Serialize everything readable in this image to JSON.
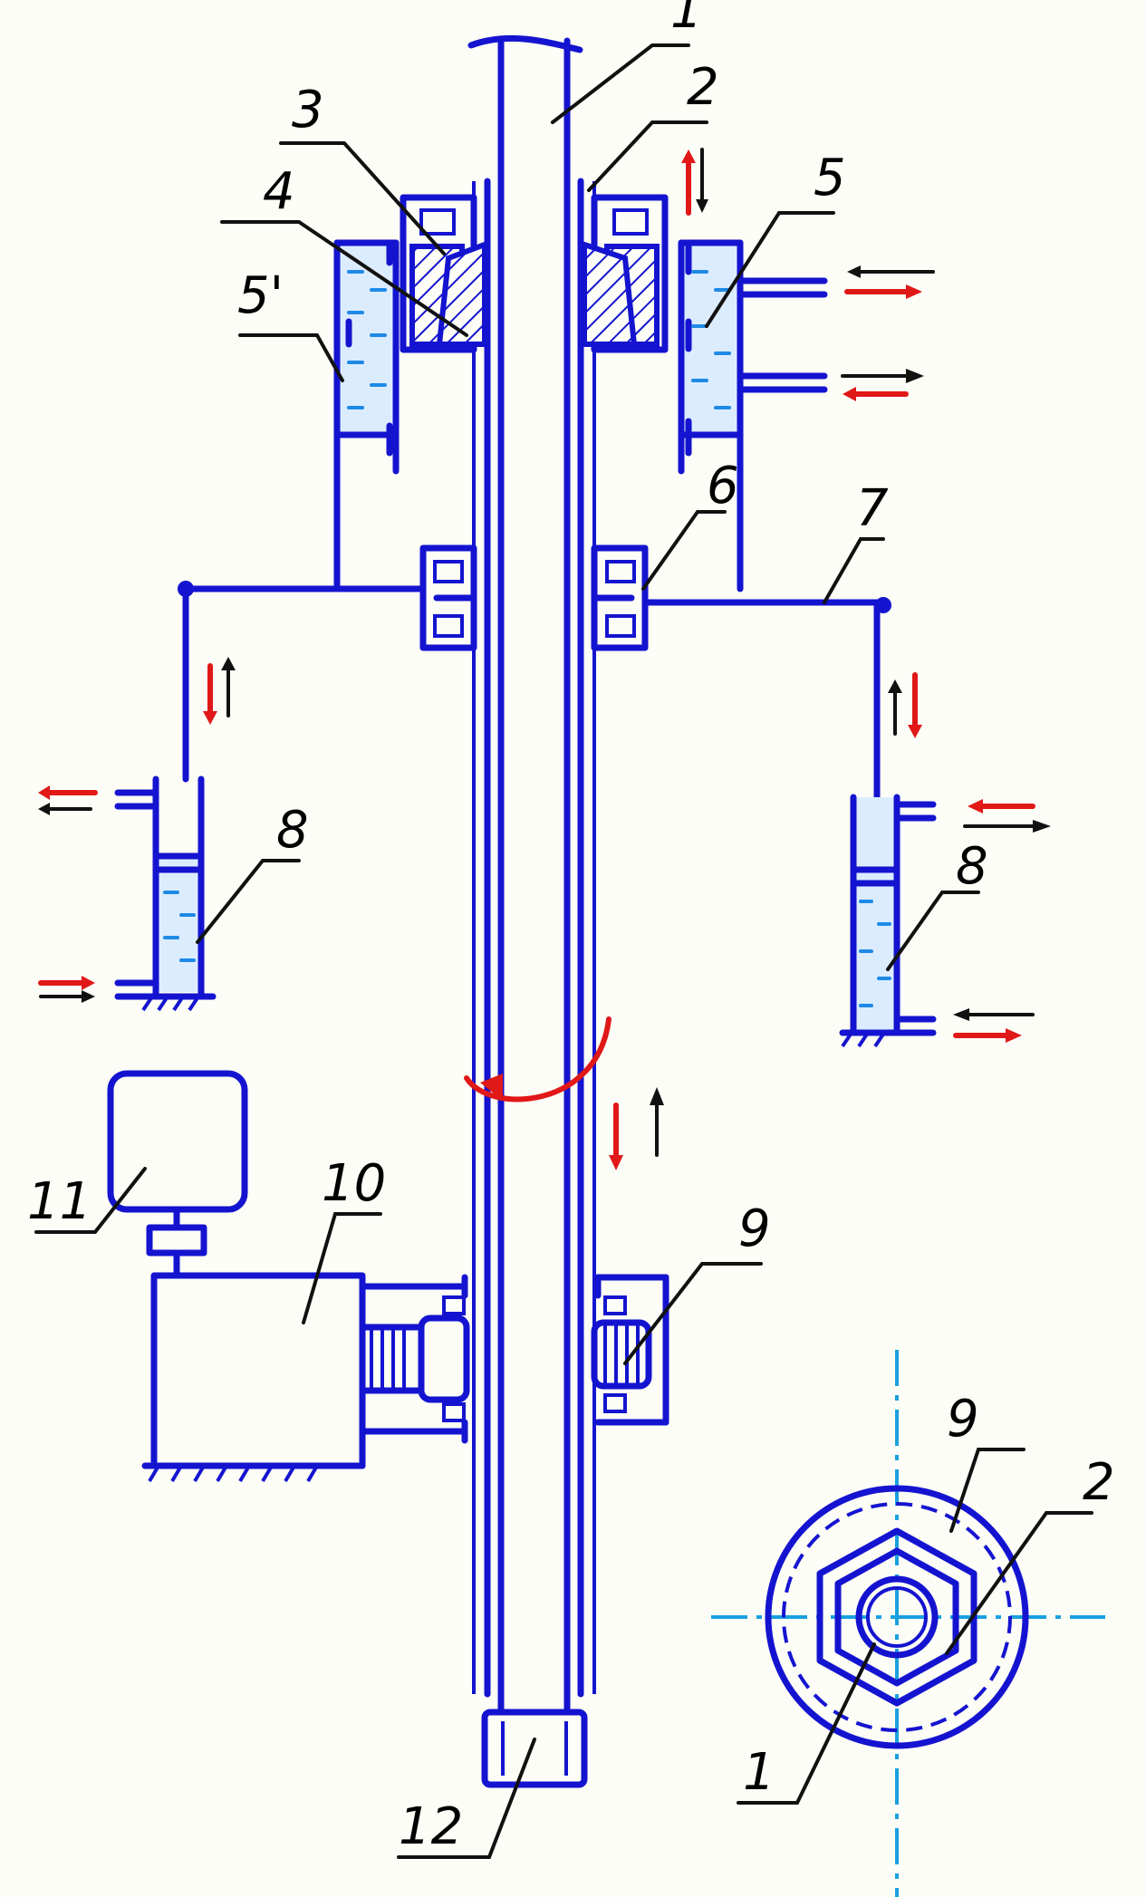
{
  "diagram": {
    "labels": [
      {
        "id": "1",
        "text": "1"
      },
      {
        "id": "2",
        "text": "2"
      },
      {
        "id": "3",
        "text": "3"
      },
      {
        "id": "4",
        "text": "4"
      },
      {
        "id": "5",
        "text": "5"
      },
      {
        "id": "5p",
        "text": "5'"
      },
      {
        "id": "6",
        "text": "6"
      },
      {
        "id": "7",
        "text": "7"
      },
      {
        "id": "8a",
        "text": "8"
      },
      {
        "id": "8b",
        "text": "8"
      },
      {
        "id": "9",
        "text": "9"
      },
      {
        "id": "10",
        "text": "10"
      },
      {
        "id": "11",
        "text": "11"
      },
      {
        "id": "12",
        "text": "12"
      },
      {
        "id": "9s",
        "text": "9"
      },
      {
        "id": "2s",
        "text": "2"
      },
      {
        "id": "1s",
        "text": "1"
      }
    ],
    "colors": {
      "line": "#1414d0",
      "fluid": "#1e8ae6",
      "flow_red": "#e01818",
      "flow_black": "#111111",
      "background": "#fdfdf7"
    }
  }
}
